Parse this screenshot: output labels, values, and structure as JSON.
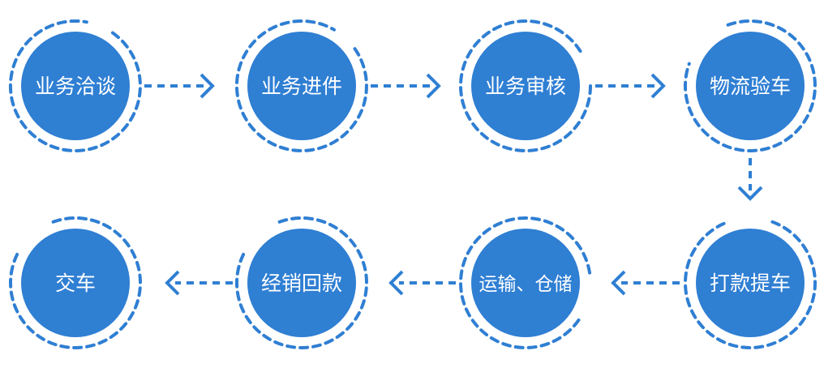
{
  "colors": {
    "circle_fill": "#2f7fd3",
    "ring": "#2f7fd3",
    "text": "#ffffff",
    "background": "#ffffff"
  },
  "steps": [
    {
      "id": "s1",
      "label": "业务洽谈"
    },
    {
      "id": "s2",
      "label": "业务进件"
    },
    {
      "id": "s3",
      "label": "业务审核"
    },
    {
      "id": "s4",
      "label": "物流验车"
    },
    {
      "id": "s5",
      "label": "打款提车"
    },
    {
      "id": "s6",
      "label": "运输、仓储"
    },
    {
      "id": "s7",
      "label": "经销回款"
    },
    {
      "id": "s8",
      "label": "交车"
    }
  ]
}
